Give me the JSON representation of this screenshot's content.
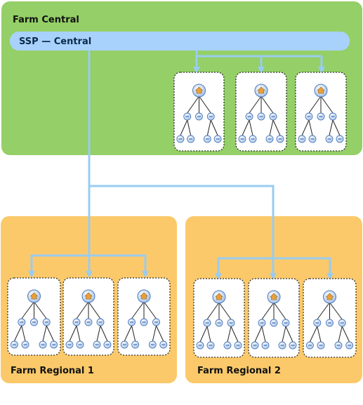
{
  "farms": {
    "central": {
      "label": "Farm Central"
    },
    "regional_1": {
      "label": "Farm Regional 1"
    },
    "regional_2": {
      "label": "Farm Regional 2"
    }
  },
  "ssp": {
    "label": "SSP — Central"
  },
  "colors": {
    "central_bg": "#95cf67",
    "regional_bg": "#fbc96a",
    "connector": "#99ccf0",
    "ssp_bar": "#a8d2fb",
    "site_node": "#c9ddf5",
    "site_node_border": "#4f79b8",
    "root_icon": "#e7a13a",
    "tree_line": "#222222",
    "card_border": "#333333"
  },
  "icons": {
    "root": "home-icon",
    "site": "site-node-icon"
  }
}
